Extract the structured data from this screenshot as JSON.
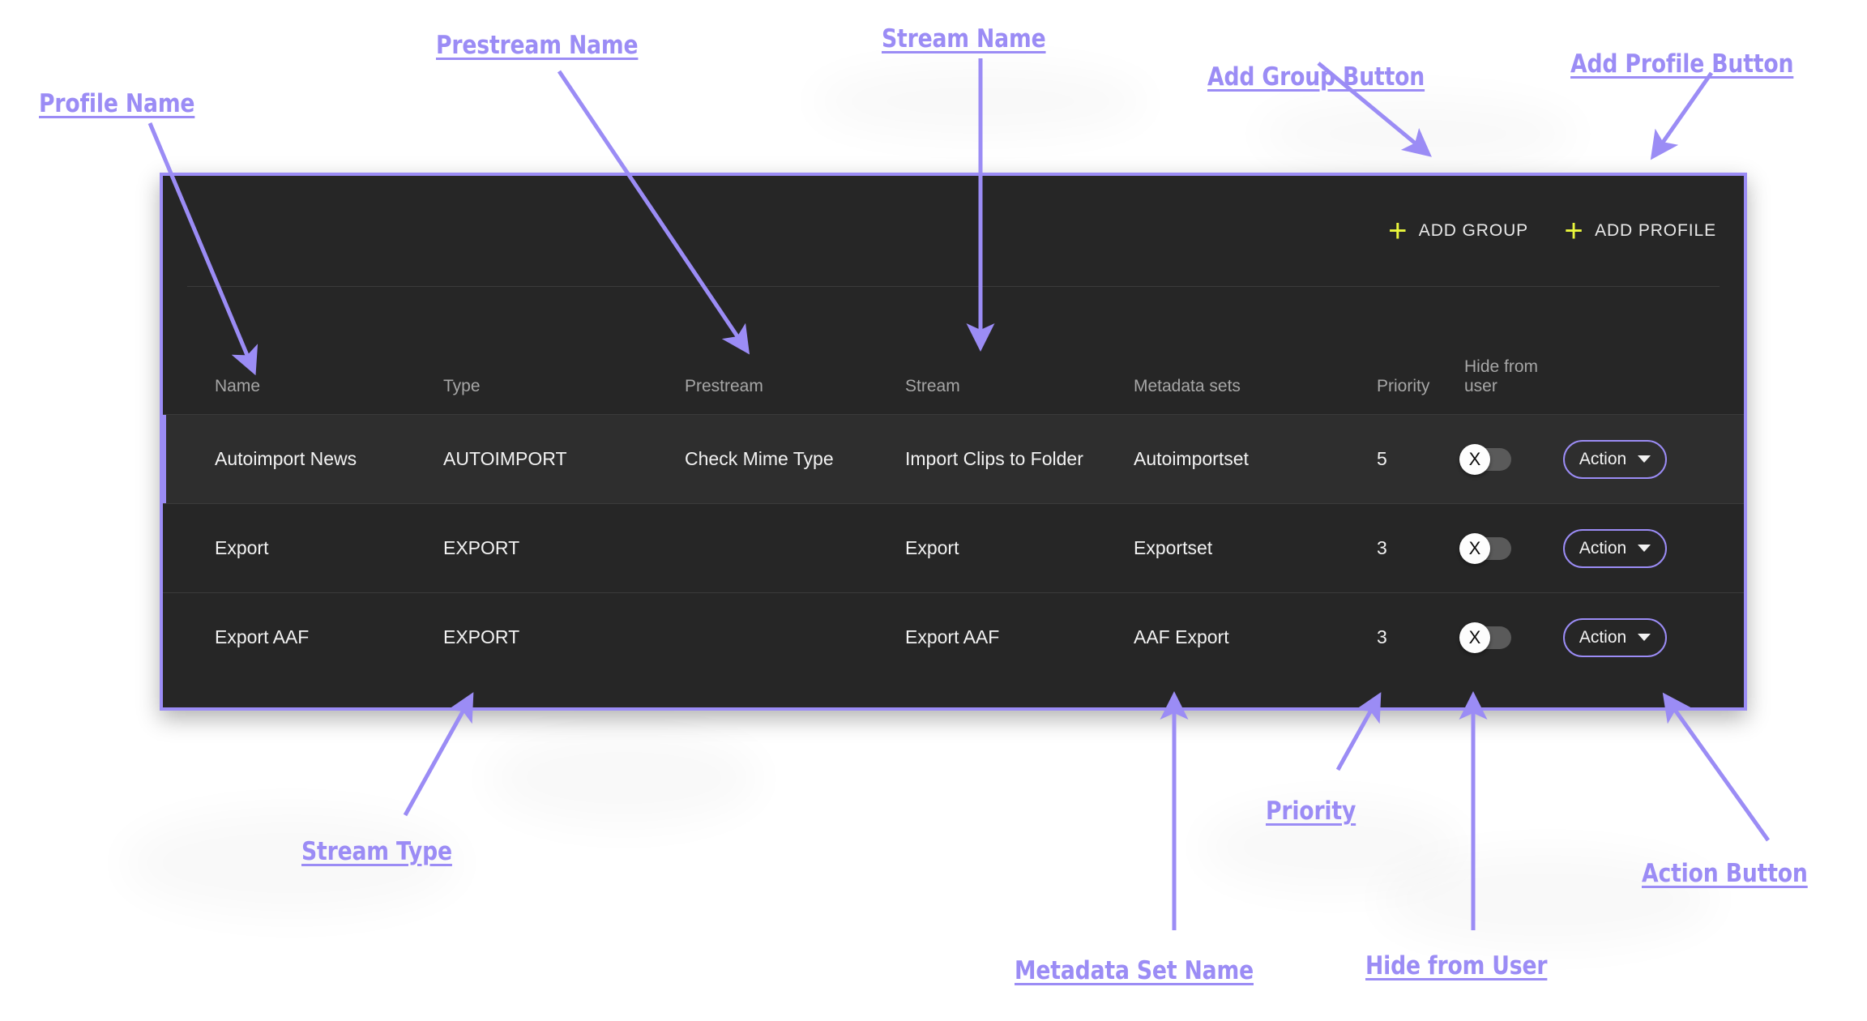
{
  "colors": {
    "panel_bg": "#262626",
    "panel_border": "#9b8cf5",
    "accent_purple": "#9b8cf5",
    "plus_yellow": "#eaf73c",
    "row_selected_bg": "#2e2e2e",
    "header_text": "#a6a6a6",
    "body_text": "#f2f2f2",
    "toggle_track_off": "#5a5a5a",
    "toggle_knob": "#fdfdfd",
    "backdrop": "#ffffff"
  },
  "toolbar": {
    "add_group": {
      "label": "ADD GROUP",
      "icon": "plus-icon"
    },
    "add_profile": {
      "label": "ADD PROFILE",
      "icon": "plus-icon"
    }
  },
  "table": {
    "headers": [
      "Name",
      "Type",
      "Prestream",
      "Stream",
      "Metadata sets",
      "Priority",
      "Hide from user",
      ""
    ],
    "rows": [
      {
        "name": "Autoimport News",
        "type": "AUTOIMPORT",
        "prestream": "Check Mime Type",
        "stream": "Import Clips to Folder",
        "metadata": "Autoimportset",
        "priority": "5",
        "hide_from_user": "off",
        "hide_glyph": "X",
        "action_label": "Action",
        "selected": true
      },
      {
        "name": "Export",
        "type": "EXPORT",
        "prestream": "",
        "stream": "Export",
        "metadata": "Exportset",
        "priority": "3",
        "hide_from_user": "off",
        "hide_glyph": "X",
        "action_label": "Action",
        "selected": false
      },
      {
        "name": "Export AAF",
        "type": "EXPORT",
        "prestream": "",
        "stream": "Export AAF",
        "metadata": "AAF Export",
        "priority": "3",
        "hide_from_user": "off",
        "hide_glyph": "X",
        "action_label": "Action",
        "selected": false
      }
    ]
  },
  "annotations": [
    {
      "id": "profile-name",
      "text": "Profile Name"
    },
    {
      "id": "prestream-name",
      "text": "Prestream Name"
    },
    {
      "id": "stream-name",
      "text": "Stream Name"
    },
    {
      "id": "add-group-button",
      "text": "Add Group Button"
    },
    {
      "id": "add-profile-button",
      "text": "Add Profile Button"
    },
    {
      "id": "stream-type",
      "text": "Stream Type"
    },
    {
      "id": "priority",
      "text": "Priority"
    },
    {
      "id": "action-button",
      "text": "Action Button"
    },
    {
      "id": "metadata-set-name",
      "text": "Metadata Set Name"
    },
    {
      "id": "hide-from-user",
      "text": "Hide from User"
    }
  ]
}
